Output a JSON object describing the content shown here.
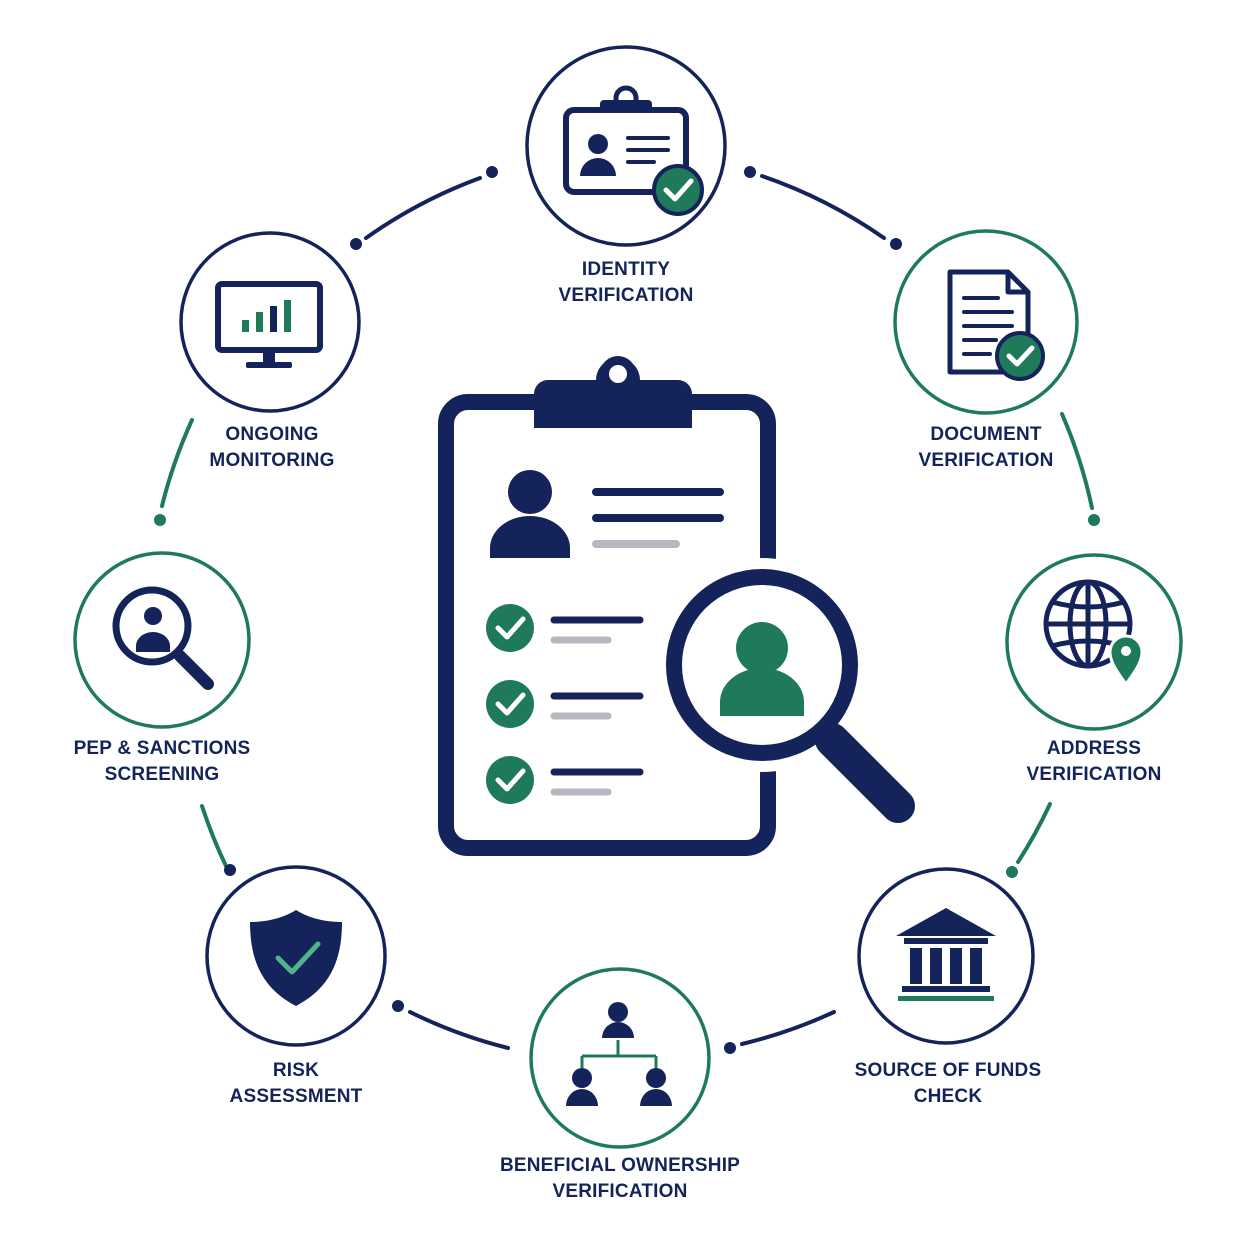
{
  "colors": {
    "navy": "#14245a",
    "green": "#1f7a5a",
    "grey": "#b5b8bf",
    "white": "#ffffff"
  },
  "nodes": [
    {
      "id": "identity-verification",
      "label_lines": [
        "IDENTITY",
        "VERIFICATION"
      ],
      "icon": "id-card-check-icon",
      "ring": "navy"
    },
    {
      "id": "document-verification",
      "label_lines": [
        "DOCUMENT",
        "VERIFICATION"
      ],
      "icon": "document-check-icon",
      "ring": "green"
    },
    {
      "id": "address-verification",
      "label_lines": [
        "ADDRESS",
        "VERIFICATION"
      ],
      "icon": "globe-pin-icon",
      "ring": "green"
    },
    {
      "id": "source-of-funds-check",
      "label_lines": [
        "SOURCE OF FUNDS",
        "CHECK"
      ],
      "icon": "bank-icon",
      "ring": "navy"
    },
    {
      "id": "beneficial-ownership-verification",
      "label_lines": [
        "BENEFICIAL OWNERSHIP",
        "VERIFICATION"
      ],
      "icon": "org-chart-icon",
      "ring": "green"
    },
    {
      "id": "risk-assessment",
      "label_lines": [
        "RISK",
        "ASSESSMENT"
      ],
      "icon": "shield-check-icon",
      "ring": "navy"
    },
    {
      "id": "pep-sanctions-screening",
      "label_lines": [
        "PEP & SANCTIONS",
        "SCREENING"
      ],
      "icon": "person-search-icon",
      "ring": "green"
    },
    {
      "id": "ongoing-monitoring",
      "label_lines": [
        "ONGOING",
        "MONITORING"
      ],
      "icon": "monitor-chart-icon",
      "ring": "navy"
    }
  ],
  "center": {
    "icon": "clipboard-magnifier-icon",
    "checklist_items": 3
  }
}
